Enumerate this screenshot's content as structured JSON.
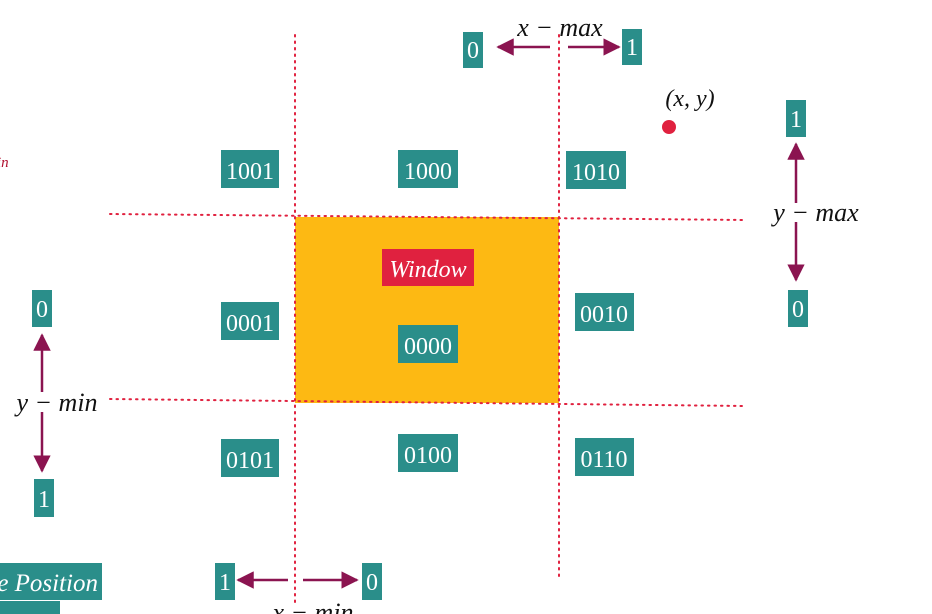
{
  "colors": {
    "teal": "#2A8E8A",
    "window_fill": "#FDB913",
    "window_label_bg": "#E0213F",
    "arrow": "#8B1450",
    "dotted_line": "#E0213F",
    "point": "#E0213F",
    "text": "#111111"
  },
  "window": {
    "label": "Window"
  },
  "region_codes": {
    "top_left": "1001",
    "top": "1000",
    "top_right": "1010",
    "left": "0001",
    "center": "0000",
    "right": "0010",
    "bottom_left": "0101",
    "bottom": "0100",
    "bottom_right": "0110"
  },
  "boundaries": {
    "x_max": {
      "label": "x − max",
      "left_value": "0",
      "right_value": "1"
    },
    "x_min": {
      "label": "x − min",
      "left_value": "1",
      "right_value": "0"
    },
    "y_max": {
      "label": "y − max",
      "top_value": "1",
      "bottom_value": "0"
    },
    "y_min": {
      "label": "y − min",
      "top_value": "0",
      "bottom_value": "1"
    }
  },
  "point": {
    "label": "(x, y)"
  },
  "cropped_text": {
    "left_edge": "in",
    "bottom_left_banner": "e Position"
  }
}
